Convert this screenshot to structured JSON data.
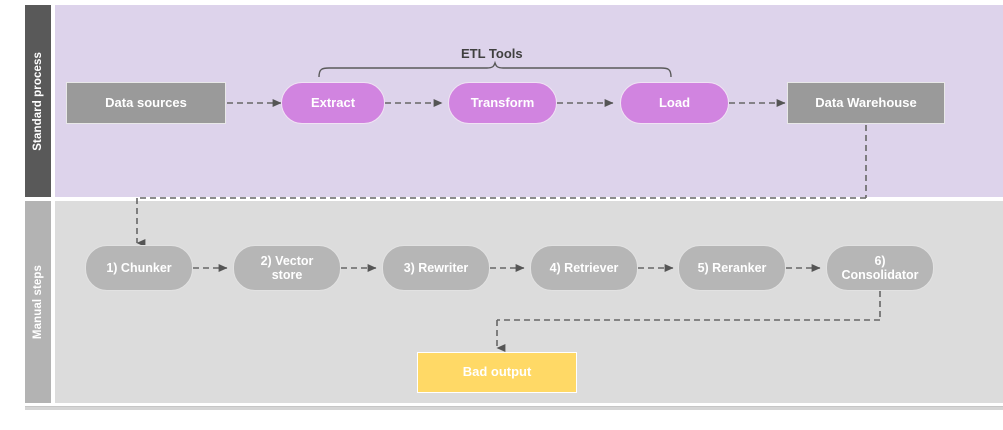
{
  "diagram": {
    "title": "ETL standard process and manual RAG steps",
    "colors": {
      "lane_top_bg": "#ddd3eb",
      "lane_top_header_bg": "#595959",
      "lane_bottom_bg": "#dcdcdc",
      "lane_bottom_header_bg": "#b3b3b3",
      "gray_box": "#9a9a9a",
      "purple_pill": "#d184e0",
      "gray_pill": "#b6b6b6",
      "yellow_box": "#ffd966",
      "connector": "#666666",
      "node_text": "#ffffff",
      "brace_label_text": "#404040"
    }
  },
  "lanes": [
    {
      "id": "standard-process",
      "label": "Standard process"
    },
    {
      "id": "manual-steps",
      "label": "Manual steps"
    }
  ],
  "top_lane": {
    "lane_label": "Standard process",
    "brace_label": "ETL Tools",
    "nodes": [
      {
        "id": "data-sources",
        "label": "Data sources",
        "shape": "rect",
        "color": "gray"
      },
      {
        "id": "extract",
        "label": "Extract",
        "shape": "pill",
        "color": "purple"
      },
      {
        "id": "transform",
        "label": "Transform",
        "shape": "pill",
        "color": "purple"
      },
      {
        "id": "load",
        "label": "Load",
        "shape": "pill",
        "color": "purple"
      },
      {
        "id": "data-warehouse",
        "label": "Data Warehouse",
        "shape": "rect",
        "color": "gray"
      }
    ]
  },
  "bottom_lane": {
    "lane_label": "Manual steps",
    "nodes": [
      {
        "id": "chunker",
        "label": "1) Chunker",
        "shape": "pill",
        "color": "gray"
      },
      {
        "id": "vector-store",
        "label": "2) Vector\nstore",
        "shape": "pill",
        "color": "gray"
      },
      {
        "id": "rewriter",
        "label": "3) Rewriter",
        "shape": "pill",
        "color": "gray"
      },
      {
        "id": "retriever",
        "label": "4) Retriever",
        "shape": "pill",
        "color": "gray"
      },
      {
        "id": "reranker",
        "label": "5) Reranker",
        "shape": "pill",
        "color": "gray"
      },
      {
        "id": "consolidator",
        "label": "6)\nConsolidator",
        "shape": "pill",
        "color": "gray"
      }
    ],
    "output": {
      "id": "bad-output",
      "label": "Bad output",
      "shape": "rect",
      "color": "yellow"
    }
  },
  "flow": {
    "top_sequence": [
      "Data sources",
      "Extract",
      "Transform",
      "Load",
      "Data Warehouse"
    ],
    "bottom_sequence": [
      "1) Chunker",
      "2) Vector store",
      "3) Rewriter",
      "4) Retriever",
      "5) Reranker",
      "6) Consolidator"
    ],
    "cross_lane": [
      {
        "from": "Data Warehouse",
        "to": "1) Chunker"
      },
      {
        "from": "6) Consolidator",
        "to": "Bad output"
      }
    ]
  }
}
